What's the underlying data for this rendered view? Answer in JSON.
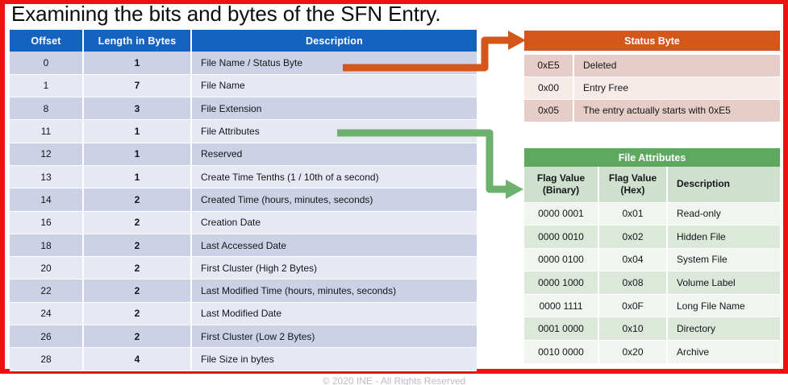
{
  "slide": {
    "title": "Examining the bits and bytes of the SFN Entry.",
    "footer": "© 2020 INE - All Rights Reserved",
    "border_color": "#ee1111"
  },
  "main_table": {
    "name": "sfn-entry-layout",
    "header_color": "#1463c0",
    "columns": [
      "Offset",
      "Length in Bytes",
      "Description"
    ],
    "rows": [
      {
        "offset": "0",
        "length": "1",
        "description": "File Name / Status Byte"
      },
      {
        "offset": "1",
        "length": "7",
        "description": "File Name"
      },
      {
        "offset": "8",
        "length": "3",
        "description": "File Extension"
      },
      {
        "offset": "11",
        "length": "1",
        "description": "File Attributes"
      },
      {
        "offset": "12",
        "length": "1",
        "description": "Reserved"
      },
      {
        "offset": "13",
        "length": "1",
        "description": "Create Time Tenths (1 / 10th of a second)"
      },
      {
        "offset": "14",
        "length": "2",
        "description": "Created Time (hours, minutes, seconds)"
      },
      {
        "offset": "16",
        "length": "2",
        "description": "Creation Date"
      },
      {
        "offset": "18",
        "length": "2",
        "description": "Last Accessed Date"
      },
      {
        "offset": "20",
        "length": "2",
        "description": "First Cluster (High 2 Bytes)"
      },
      {
        "offset": "22",
        "length": "2",
        "description": "Last Modified Time (hours, minutes, seconds)"
      },
      {
        "offset": "24",
        "length": "2",
        "description": "Last Modified Date"
      },
      {
        "offset": "26",
        "length": "2",
        "description": "First Cluster (Low 2 Bytes)"
      },
      {
        "offset": "28",
        "length": "4",
        "description": "File Size in bytes"
      }
    ]
  },
  "status_table": {
    "name": "status-byte",
    "title": "Status Byte",
    "header_color": "#d4561b",
    "rows": [
      {
        "value": "0xE5",
        "description": "Deleted"
      },
      {
        "value": "0x00",
        "description": "Entry Free"
      },
      {
        "value": "0x05",
        "description": "The entry actually starts with 0xE5"
      }
    ]
  },
  "attr_table": {
    "name": "file-attributes",
    "title": "File Attributes",
    "header_color": "#5fa860",
    "columns": [
      "Flag Value (Binary)",
      "Flag Value (Hex)",
      "Description"
    ],
    "columns_split": [
      {
        "line1": "Flag Value",
        "line2": "(Binary)"
      },
      {
        "line1": "Flag Value",
        "line2": "(Hex)"
      },
      {
        "line1": "Description",
        "line2": ""
      }
    ],
    "rows": [
      {
        "binary": "0000 0001",
        "hex": "0x01",
        "description": "Read-only"
      },
      {
        "binary": "0000 0010",
        "hex": "0x02",
        "description": "Hidden File"
      },
      {
        "binary": "0000 0100",
        "hex": "0x04",
        "description": "System File"
      },
      {
        "binary": "0000 1000",
        "hex": "0x08",
        "description": "Volume Label"
      },
      {
        "binary": "0000 1111",
        "hex": "0x0F",
        "description": "Long File Name"
      },
      {
        "binary": "0001 0000",
        "hex": "0x10",
        "description": "Directory"
      },
      {
        "binary": "0010 0000",
        "hex": "0x20",
        "description": "Archive"
      }
    ]
  },
  "connectors": [
    {
      "name": "status-byte-connector",
      "color": "#d4561b",
      "from": "File Name / Status Byte",
      "to": "Status Byte"
    },
    {
      "name": "file-attributes-connector",
      "color": "#6cb26d",
      "from": "File Attributes",
      "to": "File Attributes"
    }
  ]
}
